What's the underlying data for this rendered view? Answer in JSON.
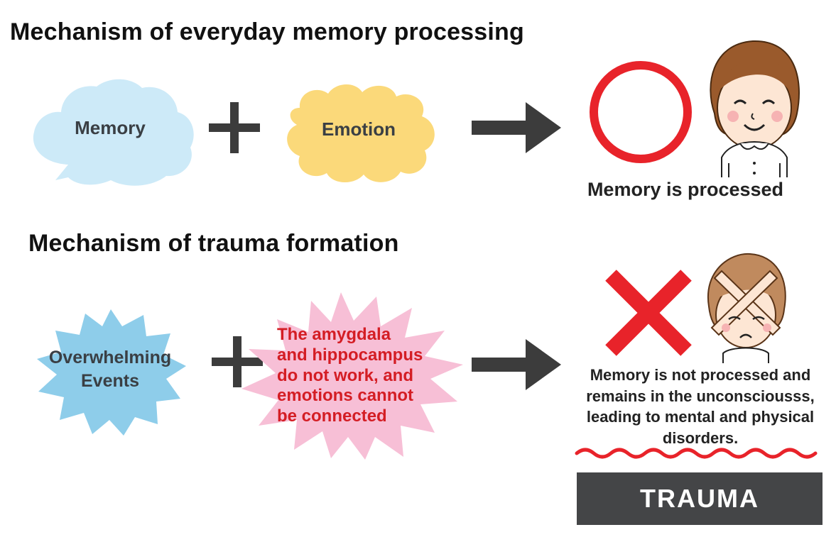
{
  "everyday": {
    "heading": "Mechanism of everyday memory processing",
    "memory_label": "Memory",
    "emotion_label": "Emotion",
    "result_caption": "Memory is processed",
    "result_symbol": "circle-icon",
    "colors": {
      "memory_cloud": "#cdeaf8",
      "emotion_cloud": "#fbd97a",
      "circle": "#e8232a"
    }
  },
  "trauma": {
    "heading": "Mechanism of trauma formation",
    "events_label_line1": "Overwhelming",
    "events_label_line2": "Events",
    "burst_line1": "The amygdala",
    "burst_line2": "and hippocampus",
    "burst_line3": "do not work, and",
    "burst_line4": "emotions cannot",
    "burst_line5": "be connected",
    "result_line1": "Memory is not processed and",
    "result_line2": "remains in the unconsciousss,",
    "result_line3": "leading to mental and physical",
    "result_line4": "disorders.",
    "result_symbol": "cross-icon",
    "bar_label": "TRAUMA",
    "colors": {
      "events_burst": "#8ecdea",
      "pink_burst": "#f7bfd6",
      "burst_text": "#d41d24",
      "cross": "#e8232a",
      "wave": "#e8232a",
      "bar": "#444547"
    }
  },
  "icons": {
    "plus": "plus-icon",
    "arrow": "arrow-right-icon",
    "happy_woman": "happy-woman-icon",
    "distressed_woman": "distressed-woman-icon"
  }
}
